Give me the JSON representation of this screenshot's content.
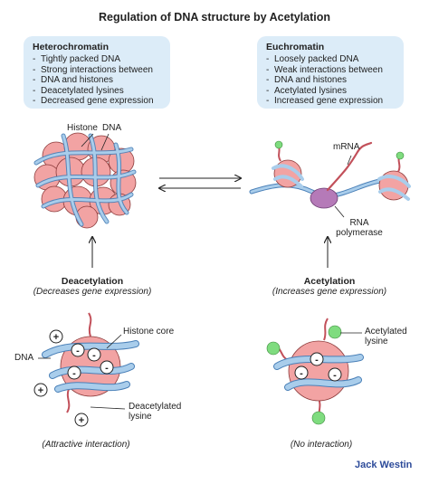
{
  "title": "Regulation of DNA structure by Acetylation",
  "heterochromatin": {
    "heading": "Heterochromatin",
    "items": [
      "Tightly packed DNA",
      "Strong interactions between",
      "DNA and histones",
      "Deacetylated lysines",
      "Decreased gene expression"
    ]
  },
  "euchromatin": {
    "heading": "Euchromatin",
    "items": [
      "Loosely packed DNA",
      "Weak interactions between",
      "DNA and histones",
      "Acetylated lysines",
      "Increased gene expression"
    ]
  },
  "labels": {
    "histone": "Histone",
    "dna": "DNA",
    "mrna": "mRNA",
    "rna_polymerase_1": "RNA",
    "rna_polymerase_2": "polymerase",
    "histone_core": "Histone core",
    "dna_left": "DNA",
    "deacetylated_lysine_1": "Deacetylated",
    "deacetylated_lysine_2": "lysine",
    "acetylated_lysine_1": "Acetylated",
    "acetylated_lysine_2": "lysine"
  },
  "left_process": {
    "name": "Deacetylation",
    "effect": "(Decreases gene expression)"
  },
  "right_process": {
    "name": "Acetylation",
    "effect": "(Increases gene expression)"
  },
  "captions": {
    "left": "(Attractive interaction)",
    "right": "(No interaction)"
  },
  "brand": "Jack Westin",
  "charges": {
    "plus": "+",
    "minus": "-"
  },
  "colors": {
    "box_fill": "#dcecf8",
    "histone": "#f2a3a3",
    "dna": "#a9cdeb",
    "tail": "#c2505a",
    "polymerase": "#b57ab8",
    "acetyl": "#7fdc7f",
    "brand": "#2d4b9a"
  }
}
